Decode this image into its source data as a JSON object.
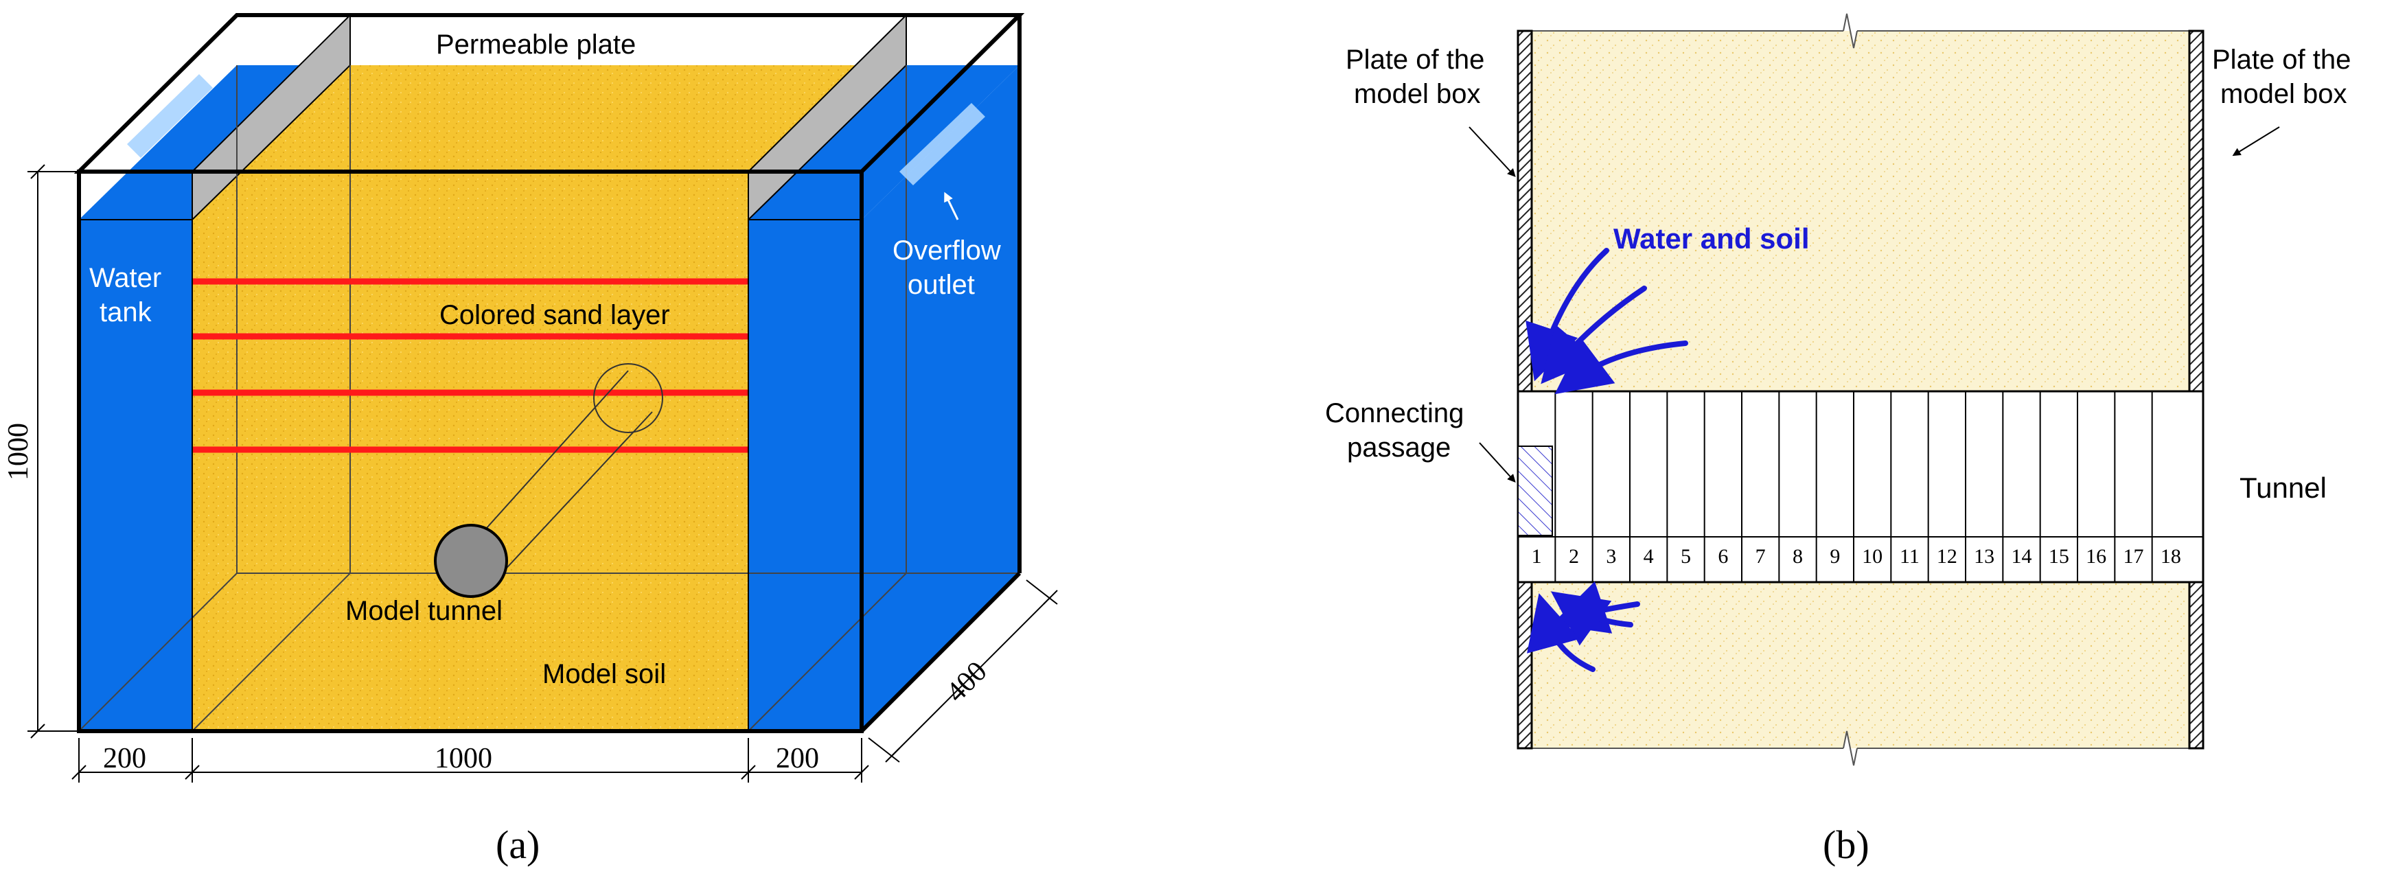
{
  "colors": {
    "water": "#0a6fe8",
    "soil": "#f5c430",
    "sand_layer": "#ff1a1a",
    "plate": "#b8b8b8",
    "tunnel": "#8c8c8c",
    "arrow": "#1a1ad6",
    "soil_light": "#fbf3d2",
    "label_blue": "#1a1ad6"
  },
  "panel_a": {
    "caption": "(a)",
    "label_permeable_plate": "Permeable plate",
    "label_overflow_line1": "Overflow",
    "label_overflow_line2": "outlet",
    "label_water_line1": "Water",
    "label_water_line2": "tank",
    "label_colored_sand": "Colored sand layer",
    "label_model_tunnel": "Model tunnel",
    "label_model_soil": "Model soil",
    "dim_height": "1000",
    "dim_left": "200",
    "dim_middle": "1000",
    "dim_right": "200",
    "dim_depth": "400"
  },
  "panel_b": {
    "caption": "(b)",
    "label_plate_left_line1": "Plate of the",
    "label_plate_left_line2": "model box",
    "label_plate_right_line1": "Plate of the",
    "label_plate_right_line2": "model box",
    "label_water_soil": "Water and soil",
    "label_connecting_line1": "Connecting",
    "label_connecting_line2": "passage",
    "label_tunnel": "Tunnel",
    "segments": [
      "1",
      "2",
      "3",
      "4",
      "5",
      "6",
      "7",
      "8",
      "9",
      "10",
      "11",
      "12",
      "13",
      "14",
      "15",
      "16",
      "17",
      "18"
    ]
  }
}
